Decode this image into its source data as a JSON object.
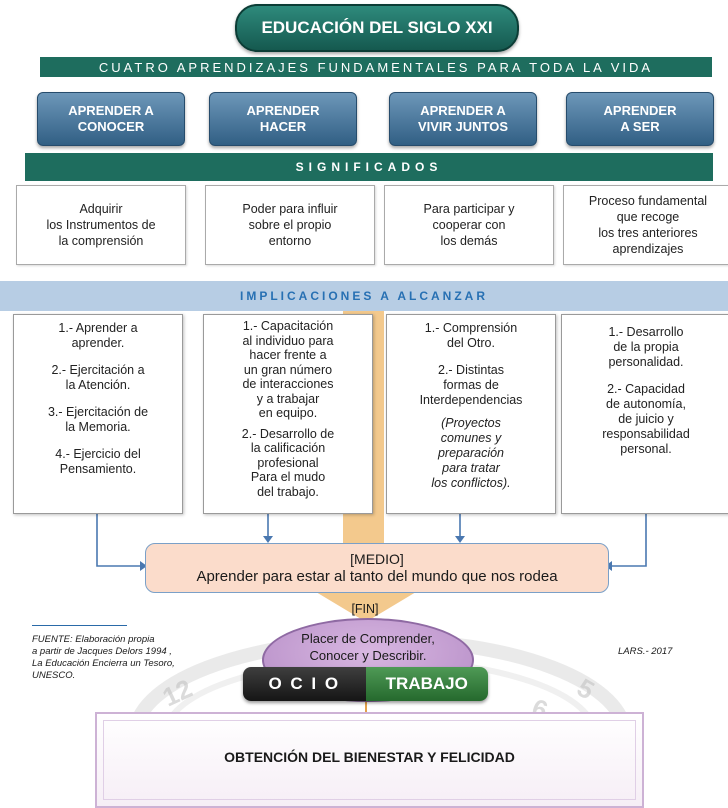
{
  "title": "EDUCACIÓN DEL SIGLO XXI",
  "subtitle": "CUATRO APRENDIZAJES FUNDAMENTALES PARA TODA LA VIDA",
  "aprender": [
    "APRENDER A\nCONOCER",
    "APRENDER\nHACER",
    "APRENDER A\nVIVIR JUNTOS",
    "APRENDER\nA SER"
  ],
  "significados_label": "SIGNIFICADOS",
  "significados": [
    "Adquirir\nlos Instrumentos de\nla comprensión",
    "Poder para influir\nsobre el propio\nentorno",
    "Para participar y\ncooperar con\nlos demás",
    "Proceso fundamental\nque recoge\nlos tres anteriores\naprendizajes"
  ],
  "implicaciones_label": "IMPLICACIONES A ALCANZAR",
  "implicaciones": {
    "conocer": [
      "1.- Aprender a\naprender.",
      "2.- Ejercitación a\nla Atención.",
      "3.- Ejercitación de\nla Memoria.",
      "4.- Ejercicio del\nPensamiento."
    ],
    "hacer": [
      "1.- Capacitación\nal individuo para\nhacer frente a\nun gran número\nde interacciones\ny a trabajar\nen equipo.",
      "2.- Desarrollo de\nla calificación\nprofesional\nPara el mudo\ndel trabajo."
    ],
    "vivir": [
      "1.- Comprensión\ndel Otro.",
      "2.- Distintas\nformas de\nInterdependencias",
      "(Proyectos\ncomunes y\npreparación\npara tratar\nlos conflictos)."
    ],
    "ser": [
      "1.- Desarrollo\nde la propia\npersonalidad.",
      "2.- Capacidad\nde autonomía,\nde juicio y\nresponsabilidad\npersonal."
    ]
  },
  "medio": {
    "label": "[MEDIO]",
    "text": "Aprender  para estar al tanto del mundo que nos rodea"
  },
  "fin_label": "[FIN]",
  "placer": "Placer de Comprender,\nConocer y Describir.",
  "ocio": "O C I O",
  "trabajo": "TRABAJO",
  "bienestar": "OBTENCIÓN DEL BIENESTAR Y FELICIDAD",
  "fuente": "FUENTE:  Elaboración  propia\na partir de Jacques Delors 1994 ,\nLa Educación Encierra un Tesoro,\nUNESCO.",
  "credit": "LARS.- 2017",
  "colors": {
    "teal": "#1e6d5e",
    "blue_button": "#315f84",
    "light_blue_band": "#b7cde4",
    "arrow": "#4a78b0",
    "orange_stream": "#f3c98d",
    "medio_fill": "#fbdccb",
    "placer_fill": "#c9a2d6"
  }
}
